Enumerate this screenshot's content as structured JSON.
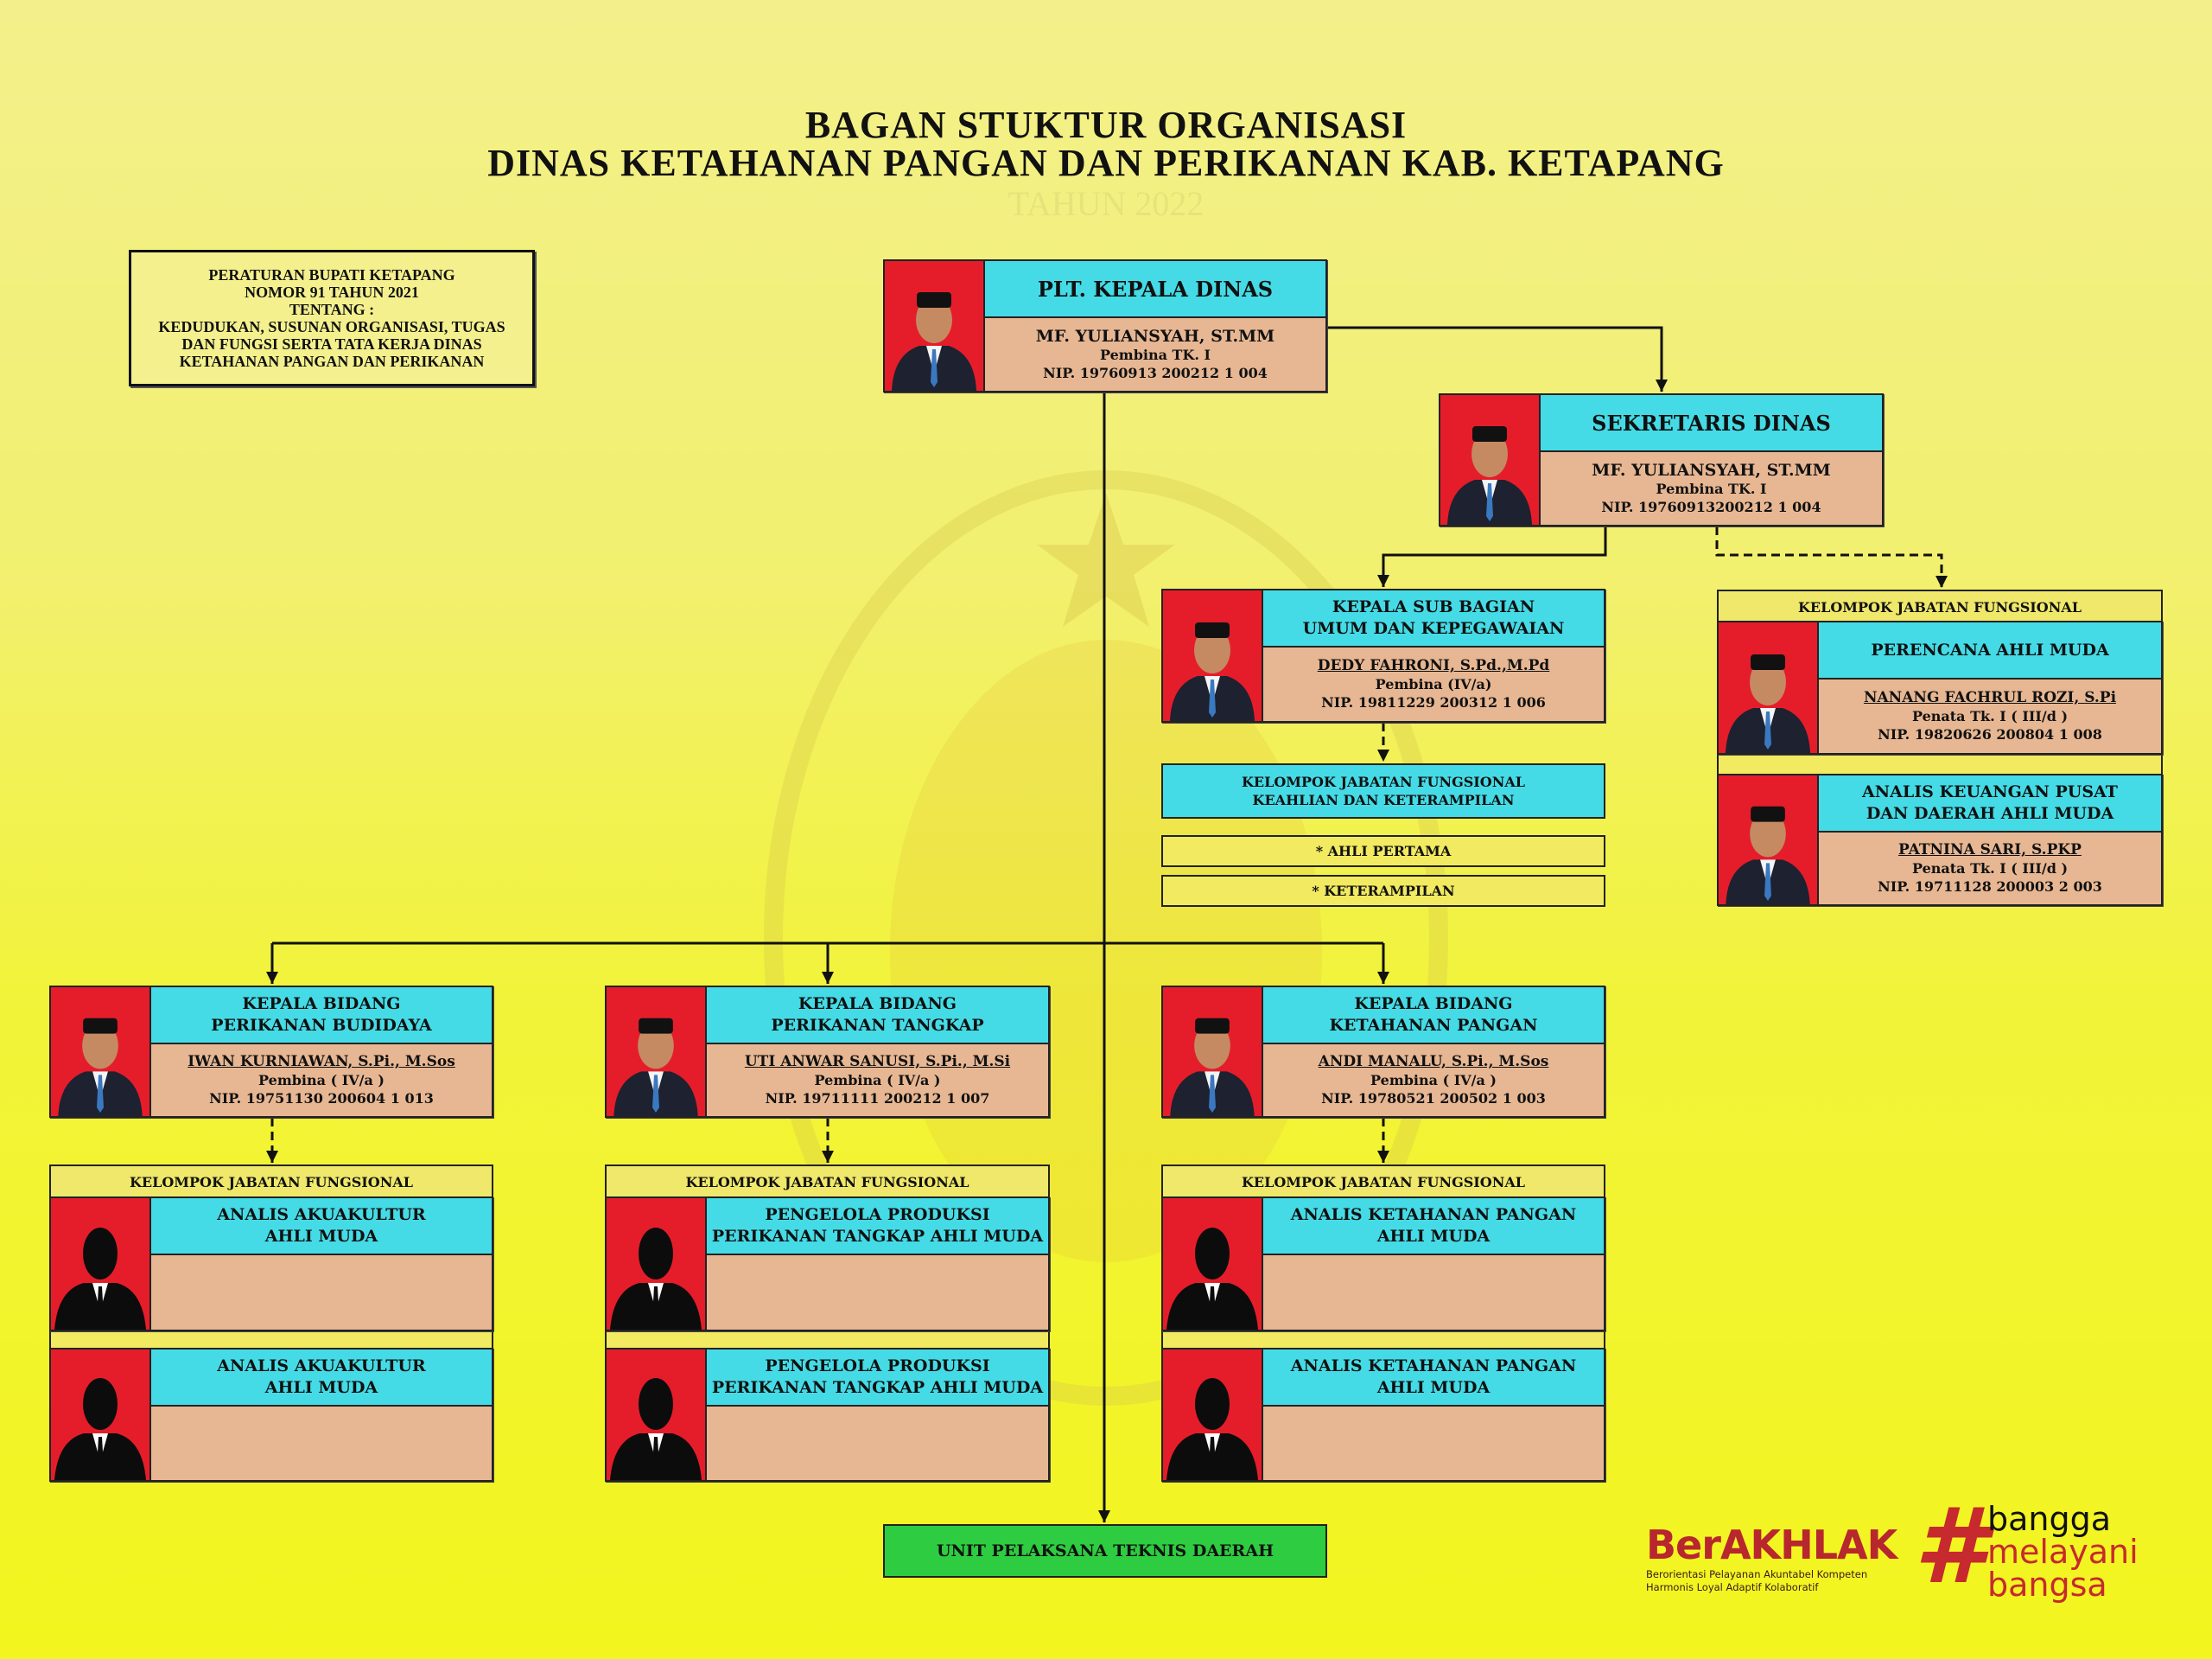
{
  "title": {
    "line1": "BAGAN STUKTUR ORGANISASI",
    "line2": "DINAS KETAHANAN PANGAN DAN PERIKANAN KAB. KETAPANG",
    "year": "TAHUN 2022"
  },
  "regulation": "PERATURAN BUPATI KETAPANG\nNOMOR 91 TAHUN 2021\nTENTANG :\nKEDUDUKAN, SUSUNAN ORGANISASI, TUGAS\nDAN FUNGSI SERTA TATA KERJA DINAS\nKETAHANAN PANGAN DAN PERIKANAN",
  "cards": {
    "kepala_dinas": {
      "title": "PLT. KEPALA DINAS",
      "name": "MF. YULIANSYAH, ST.MM",
      "rank": "Pembina TK. I",
      "nip": "NIP. 19760913 200212 1 004"
    },
    "sekretaris": {
      "title": "SEKRETARIS DINAS",
      "name": "MF. YULIANSYAH, ST.MM",
      "rank": "Pembina TK. I",
      "nip": "NIP. 19760913200212 1 004"
    },
    "kasubag": {
      "title": "KEPALA SUB BAGIAN\nUMUM DAN KEPEGAWAIAN",
      "name": "DEDY FAHRONI, S.Pd.,M.Pd",
      "rank": "Pembina (IV/a)",
      "nip": "NIP. 19811229 200312 1 006"
    },
    "perencana": {
      "title": "PERENCANA AHLI MUDA",
      "name": "NANANG FACHRUL ROZI, S.Pi",
      "rank": "Penata Tk. I ( III/d )",
      "nip": "NIP. 19820626 200804 1 008"
    },
    "analis_keuangan": {
      "title": "ANALIS KEUANGAN PUSAT\nDAN DAERAH AHLI MUDA",
      "name": "PATNINA SARI, S.PKP",
      "rank": "Penata Tk. I ( III/d )",
      "nip": "NIP. 19711128 200003 2 003"
    },
    "kabid_budidaya": {
      "title": "KEPALA BIDANG\nPERIKANAN BUDIDAYA",
      "name": "IWAN KURNIAWAN, S.Pi., M.Sos",
      "rank": "Pembina ( IV/a )",
      "nip": "NIP. 19751130 200604 1 013"
    },
    "kabid_tangkap": {
      "title": "KEPALA BIDANG\nPERIKANAN TANGKAP",
      "name": "UTI ANWAR SANUSI, S.Pi., M.Si",
      "rank": "Pembina ( IV/a )",
      "nip": "NIP. 19711111 200212 1 007"
    },
    "kabid_pangan": {
      "title": "KEPALA BIDANG\nKETAHANAN PANGAN",
      "name": "ANDI MANALU, S.Pi., M.Sos",
      "rank": "Pembina ( IV/a )",
      "nip": "NIP. 19780521 200502 1 003"
    },
    "akuakultur_1": {
      "title": "ANALIS AKUAKULTUR\nAHLI MUDA"
    },
    "akuakultur_2": {
      "title": "ANALIS AKUAKULTUR\nAHLI MUDA"
    },
    "tangkap_1": {
      "title": "PENGELOLA PRODUKSI\nPERIKANAN TANGKAP AHLI MUDA"
    },
    "tangkap_2": {
      "title": "PENGELOLA PRODUKSI\nPERIKANAN TANGKAP AHLI MUDA"
    },
    "pangan_1": {
      "title": "ANALIS KETAHANAN PANGAN\nAHLI MUDA"
    },
    "pangan_2": {
      "title": "ANALIS KETAHANAN PANGAN\nAHLI MUDA"
    }
  },
  "groups": {
    "kjf_label": "KELOMPOK JABATAN FUNGSIONAL",
    "keahlian": "KELOMPOK JABATAN FUNGSIONAL\nKEAHLIAN DAN KETERAMPILAN",
    "ahli_pertama": "* AHLI PERTAMA",
    "keterampilan": "* KETERAMPILAN"
  },
  "upt": "UNIT PELAKSANA TEKNIS DAERAH",
  "logos": {
    "berakhlak": "BerAKHLAK",
    "berakhlak_line1": "Berorientasi Pelayanan Akuntabel Kompeten",
    "berakhlak_line2": "Harmonis Loyal Adaptif Kolaboratif",
    "hash": "#",
    "bangga": "bangga",
    "melayani": "melayani",
    "bangsa": "bangsa"
  },
  "colors": {
    "header": "#45dbe6",
    "body": "#e7b793",
    "photo_bg": "#e51d2a",
    "upt": "#2ecc40",
    "brand_red": "#b8262e"
  }
}
